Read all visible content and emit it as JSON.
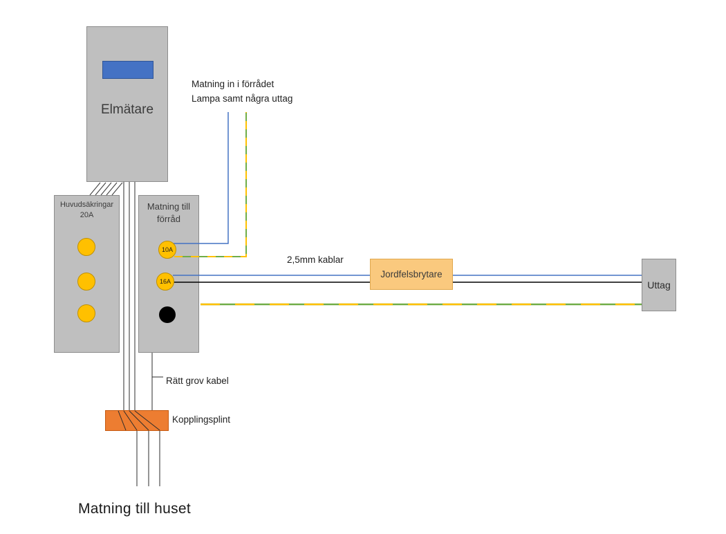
{
  "meter": {
    "label": "Elmätare"
  },
  "main_fuses": {
    "line1": "Huvudsäkringar",
    "line2": "20A"
  },
  "feed_box": {
    "line1": "Matning till",
    "line2": "förråd",
    "fuse10": "10A",
    "fuse16": "16A"
  },
  "rcd": {
    "label": "Jordfelsbrytare"
  },
  "outlet": {
    "label": "Uttag"
  },
  "notes": {
    "feed_line1": "Matning in i förrådet",
    "feed_line2": "Lampa samt några uttag",
    "cables": "2,5mm kablar",
    "thick_cable": "Rätt grov kabel",
    "terminal_block": "Kopplingsplint",
    "house_feed": "Matning till huset"
  },
  "colors": {
    "box_gray": "#BFBFBF",
    "box_border": "#8C8C8C",
    "meter_display_blue": "#4472C4",
    "fuse_yellow": "#FFC000",
    "fuse_border": "#BF9000",
    "terminal_orange": "#ED7D31",
    "rcd_fill": "#FAC97E",
    "wire_blue": "#4472C4",
    "wire_black": "#000000",
    "earth_green": "#70AD47",
    "earth_yellow": "#FFC000"
  }
}
